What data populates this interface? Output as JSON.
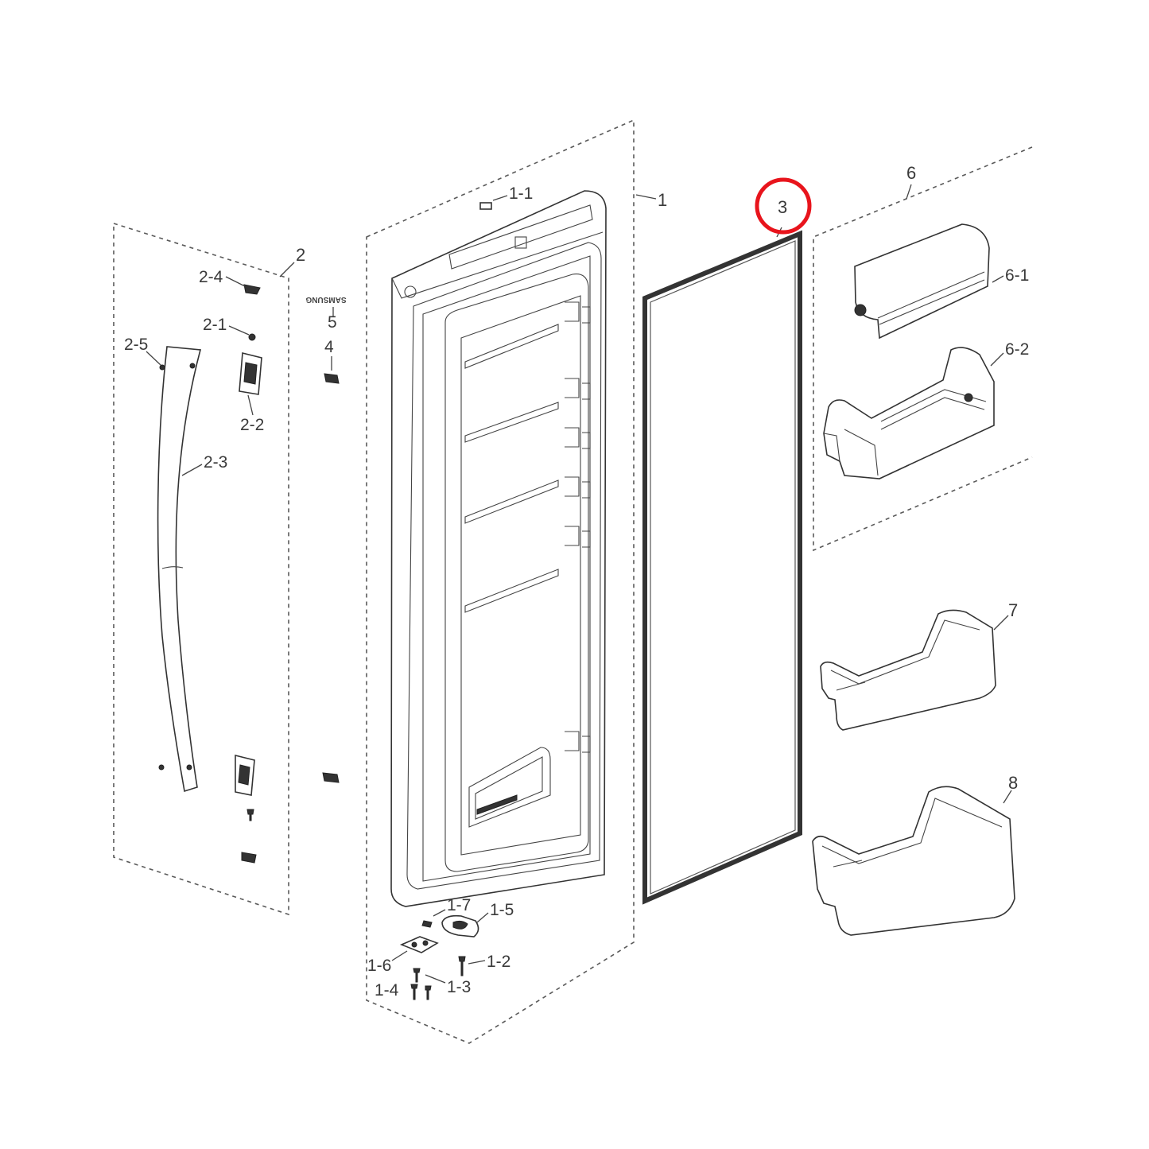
{
  "labels": {
    "l1": "1",
    "l1_1": "1-1",
    "l1_2": "1-2",
    "l1_3": "1-3",
    "l1_4": "1-4",
    "l1_5": "1-5",
    "l1_6": "1-6",
    "l1_7": "1-7",
    "l2": "2",
    "l2_1": "2-1",
    "l2_2": "2-2",
    "l2_3": "2-3",
    "l2_4": "2-4",
    "l2_5": "2-5",
    "l3": "3",
    "l4": "4",
    "l5": "5",
    "l6": "6",
    "l6_1": "6-1",
    "l6_2": "6-2",
    "l7": "7",
    "l8": "8"
  },
  "logo_text": "SAMSUNG",
  "highlight_color": "#e8141c"
}
